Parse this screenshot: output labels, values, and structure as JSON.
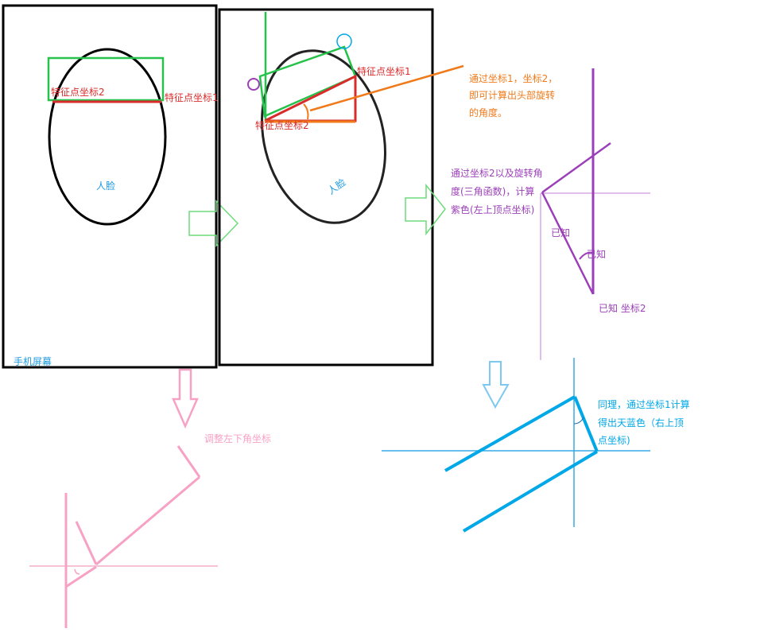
{
  "colors": {
    "black": "#000000",
    "red": "#d92b2b",
    "green": "#27c24c",
    "orange": "#f07a1a",
    "purple": "#9b3fb8",
    "lightpurple": "#d9a8e6",
    "blue": "#00a8e8",
    "pink": "#f7a1c4",
    "face_blue": "#1e9be0"
  },
  "panel1": {
    "feature2": "特征点坐标2",
    "feature1": "特征点坐标1",
    "face": "人脸",
    "screen": "手机屏幕"
  },
  "panel2": {
    "feature1": "特征点坐标1",
    "feature2": "特征点坐标2",
    "face": "人脸"
  },
  "notes": {
    "orange": [
      "通过坐标1，坐标2，",
      "即可计算出头部旋转",
      "的角度。"
    ],
    "purple": [
      "通过坐标2以及旋转角",
      "度(三角函数)，计算",
      "紫色(左上顶点坐标)"
    ],
    "known_a": "已知",
    "known_b": "已知",
    "known_c": "已知 坐标2",
    "blue": [
      "同理，通过坐标1计算",
      "得出天蓝色（右上顶",
      "点坐标)"
    ],
    "pink": "调整左下角坐标"
  }
}
